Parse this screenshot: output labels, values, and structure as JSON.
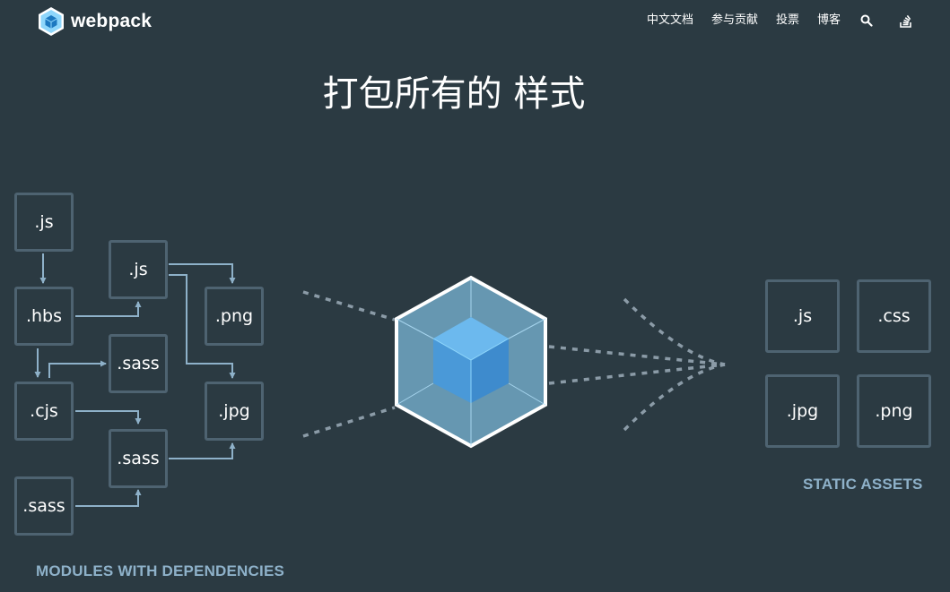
{
  "header": {
    "logo_text": "webpack",
    "nav": [
      "中文文档",
      "参与贡献",
      "投票",
      "博客"
    ],
    "icons": [
      "search-icon",
      "stackoverflow-icon"
    ]
  },
  "headline": "打包所有的 样式",
  "modules": [
    ".js",
    ".js",
    ".hbs",
    ".png",
    ".sass",
    ".cjs",
    ".jpg",
    ".sass",
    ".sass"
  ],
  "assets": [
    ".js",
    ".css",
    ".jpg",
    ".png"
  ],
  "captions": {
    "modules": "MODULES WITH DEPENDENCIES",
    "assets": "STATIC ASSETS"
  },
  "colors": {
    "background": "#2b3a42",
    "box_border": "#4e6371",
    "connector": "#8eb1c9",
    "caption": "#8eb1c9",
    "cube_outer": "#8ed6fb",
    "cube_inner": "#1c78c0"
  }
}
